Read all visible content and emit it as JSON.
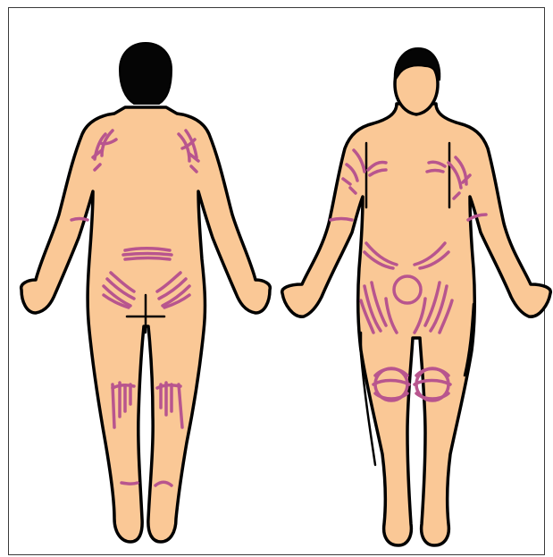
{
  "colors": {
    "background": "#ffffff",
    "frame": "#3a3a3a",
    "skin": "#fac896",
    "outline": "#000000",
    "hair": "#050505",
    "marks": "#b8558e"
  },
  "figures": [
    {
      "view": "back",
      "icon": "human-figure-back"
    },
    {
      "view": "front",
      "icon": "human-figure-front"
    }
  ]
}
